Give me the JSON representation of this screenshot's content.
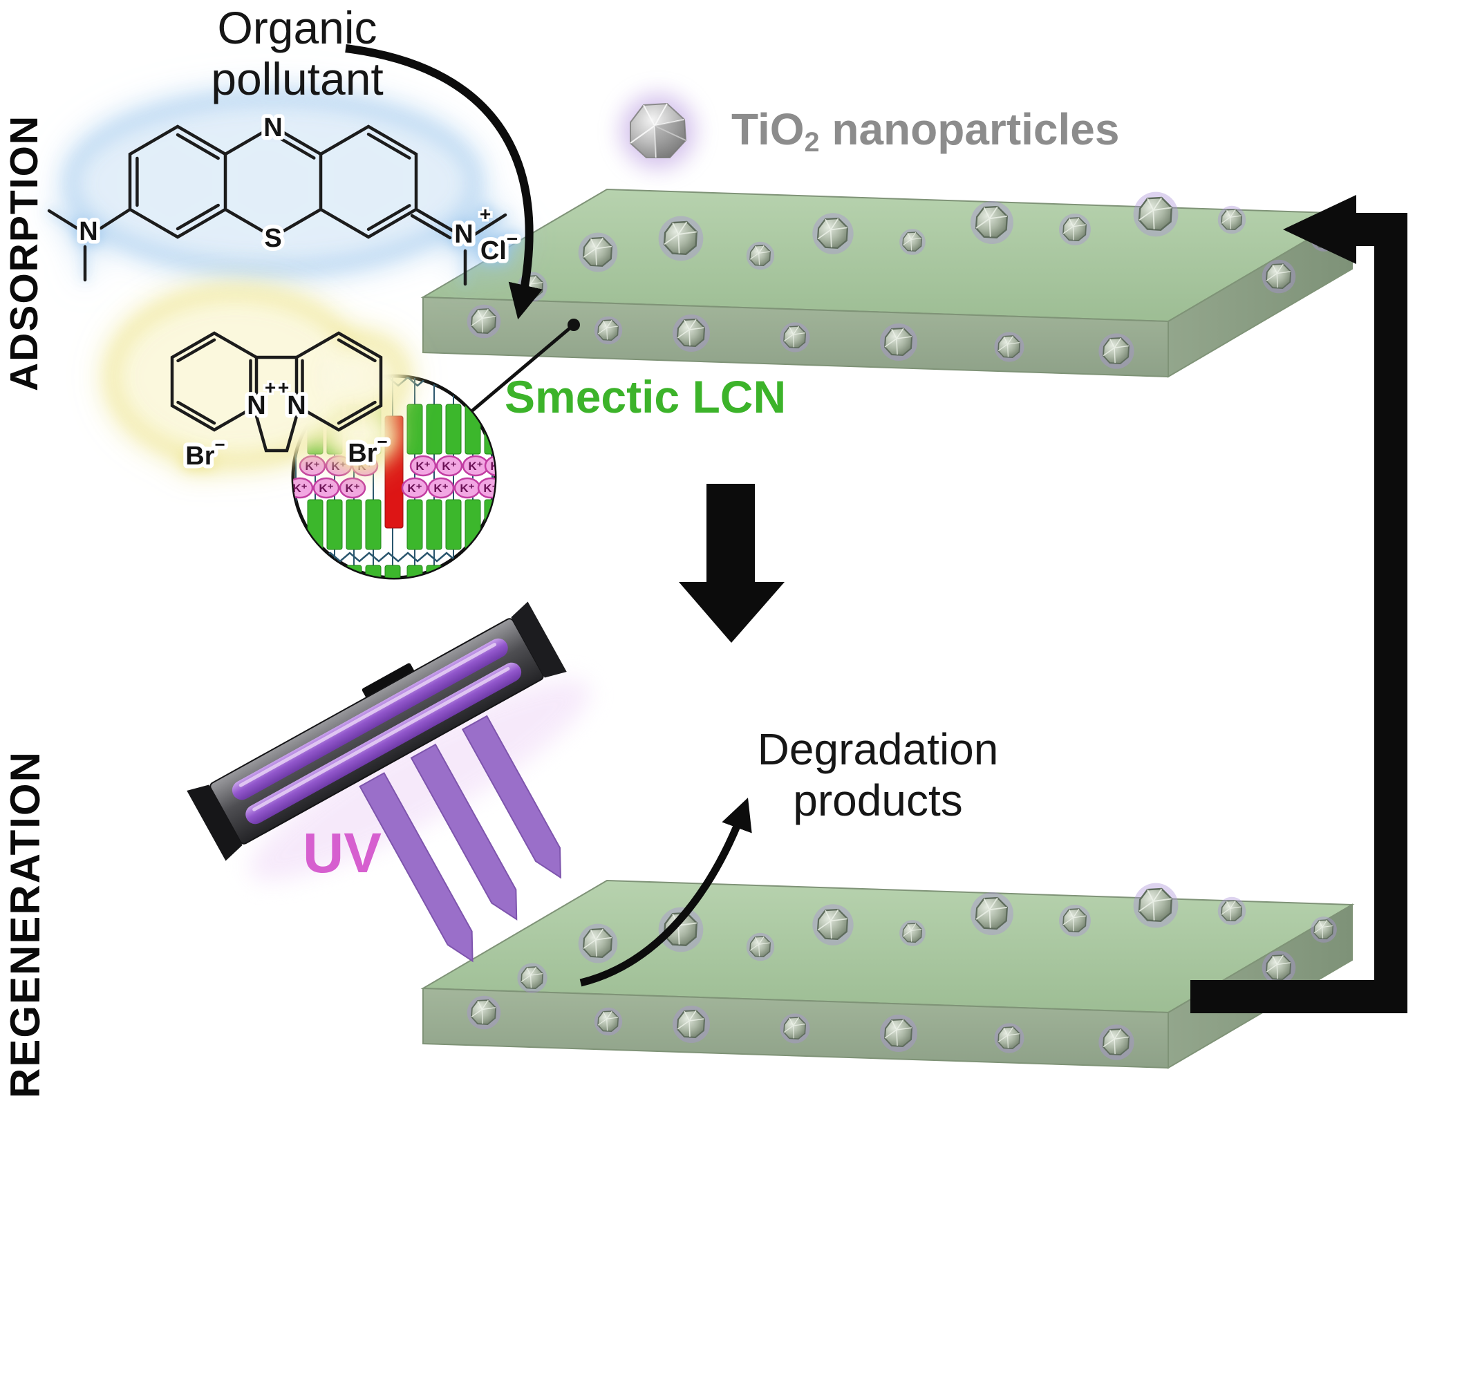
{
  "side_labels": {
    "adsorption": "ADSORPTION",
    "regeneration": "REGENERATION"
  },
  "top_section": {
    "pollutant_line1": "Organic",
    "pollutant_line2": "pollutant",
    "tio2_prefix": "TiO",
    "tio2_subscript": "2",
    "tio2_suffix": " nanoparticles",
    "smectic_label": "Smectic LCN"
  },
  "molecules": {
    "methylene_blue": {
      "ring_nitrogen": "N",
      "ring_sulfur": "S",
      "amine_nitrogen": "N",
      "iminium_nitrogen": "N",
      "iminium_charge": "+",
      "counterion": "Cl",
      "counterion_charge": "−"
    },
    "diquat": {
      "nitrogen_left": "N",
      "nitrogen_right": "N",
      "charge_left": "+",
      "charge_right": "+",
      "bromide_left": "Br",
      "bromide_right": "Br",
      "bromide_charge": "−"
    }
  },
  "inset": {
    "potassium_ion": "K⁺"
  },
  "bottom_section": {
    "uv_label": "UV",
    "degradation_line1": "Degradation",
    "degradation_line2": "products"
  },
  "colors": {
    "smectic_green": "#3cb32a",
    "uv_pink": "#d65fcf",
    "tio2_gray": "#8c8c8c",
    "slab_green": "#a9c7a1",
    "beam_purple": "#9a6fc9",
    "mesogen_green": "#3cb72c",
    "crosslink_red": "#dd1515",
    "ion_pink": "#f2a7e3",
    "arrow_black": "#0c0c0c"
  }
}
